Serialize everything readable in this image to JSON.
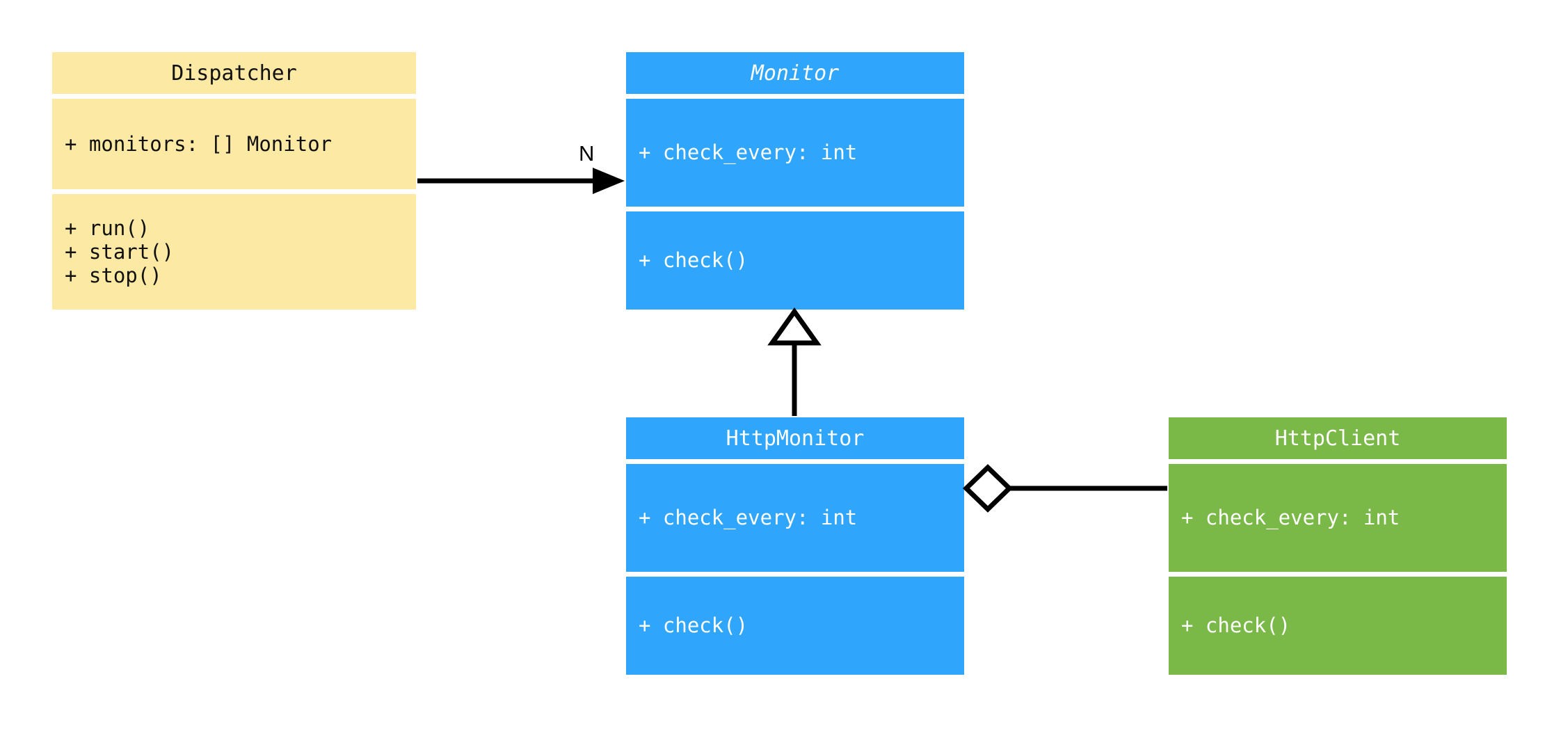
{
  "diagram": {
    "kind": "uml-class-diagram",
    "background": "#ffffff",
    "palette": {
      "yellow": "#fce9a4",
      "blue": "#2fa5fb",
      "green": "#7ab848",
      "line": "#000000",
      "text_dark": "#111111",
      "text_light": "#ffffff"
    }
  },
  "classes": {
    "dispatcher": {
      "name": "Dispatcher",
      "abstract": false,
      "attributes": [
        "+ monitors: [] Monitor"
      ],
      "methods": [
        "+ run()",
        "+ start()",
        "+ stop()"
      ]
    },
    "monitor": {
      "name": "Monitor",
      "abstract": true,
      "attributes": [
        "+ check_every: int"
      ],
      "methods": [
        "+ check()"
      ]
    },
    "http_monitor": {
      "name": "HttpMonitor",
      "abstract": false,
      "attributes": [
        "+ check_every: int"
      ],
      "methods": [
        "+ check()"
      ]
    },
    "http_client": {
      "name": "HttpClient",
      "abstract": false,
      "attributes": [
        "+ check_every: int"
      ],
      "methods": [
        "+ check()"
      ]
    }
  },
  "relationships": {
    "dispatcher_to_monitor": {
      "type": "association",
      "from": "Dispatcher",
      "to": "Monitor",
      "multiplicity_label": "N",
      "arrow": "filled-arrowhead"
    },
    "http_monitor_to_monitor": {
      "type": "generalization",
      "from": "HttpMonitor",
      "to": "Monitor",
      "multiplicity_label": "",
      "arrow": "hollow-triangle"
    },
    "http_monitor_to_http_client": {
      "type": "aggregation",
      "from": "HttpMonitor",
      "to": "HttpClient",
      "multiplicity_label": "",
      "arrow": "hollow-diamond"
    }
  }
}
